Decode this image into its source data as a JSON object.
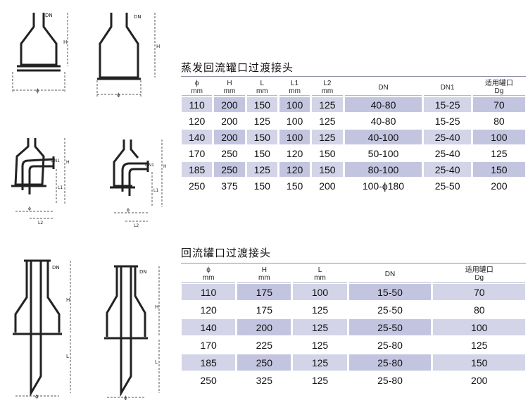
{
  "section1": {
    "title": "蒸发回流罐口过渡接头",
    "headers": [
      [
        "ϕ",
        "mm"
      ],
      [
        "H",
        "mm"
      ],
      [
        "L",
        "mm"
      ],
      [
        "L1",
        "mm"
      ],
      [
        "L2",
        "mm"
      ],
      [
        "DN",
        ""
      ],
      [
        "DN1",
        ""
      ],
      [
        "适用罐口",
        "Dg"
      ]
    ],
    "rows": [
      [
        "110",
        "200",
        "150",
        "100",
        "125",
        "40-80",
        "15-25",
        "70"
      ],
      [
        "120",
        "200",
        "125",
        "100",
        "125",
        "40-80",
        "15-25",
        "80"
      ],
      [
        "140",
        "200",
        "150",
        "100",
        "125",
        "40-100",
        "25-40",
        "100"
      ],
      [
        "170",
        "250",
        "150",
        "120",
        "150",
        "50-100",
        "25-40",
        "125"
      ],
      [
        "185",
        "250",
        "125",
        "120",
        "150",
        "80-100",
        "25-40",
        "150"
      ],
      [
        "250",
        "375",
        "150",
        "150",
        "200",
        "100-ϕ180",
        "25-50",
        "200"
      ]
    ]
  },
  "section2": {
    "title": "回流罐口过渡接头",
    "headers": [
      [
        "ϕ",
        "mm"
      ],
      [
        "H",
        "mm"
      ],
      [
        "L",
        "mm"
      ],
      [
        "DN",
        ""
      ],
      [
        "适用罐口",
        "Dg"
      ]
    ],
    "rows": [
      [
        "110",
        "175",
        "100",
        "15-50",
        "70"
      ],
      [
        "120",
        "175",
        "125",
        "25-50",
        "80"
      ],
      [
        "140",
        "200",
        "125",
        "25-50",
        "100"
      ],
      [
        "170",
        "225",
        "125",
        "25-80",
        "125"
      ],
      [
        "185",
        "250",
        "125",
        "25-80",
        "150"
      ],
      [
        "250",
        "325",
        "125",
        "25-80",
        "200"
      ]
    ]
  },
  "drawings": {
    "dn": "DN",
    "dn1": "DN1",
    "h": "H",
    "l": "L",
    "l1": "L1",
    "l2": "L2",
    "phi": "ϕ"
  }
}
